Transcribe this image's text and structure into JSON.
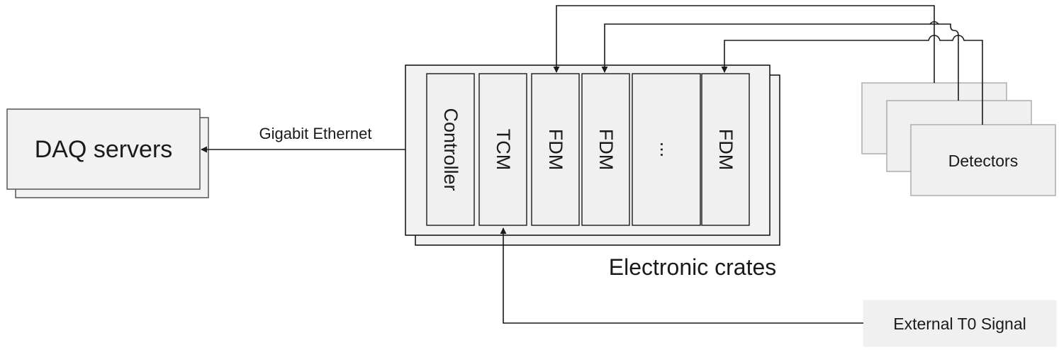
{
  "daq": {
    "label": "DAQ servers"
  },
  "link": {
    "label": "Gigabit Ethernet"
  },
  "crate": {
    "caption": "Electronic crates",
    "modules": [
      {
        "label": "Controller"
      },
      {
        "label": "TCM"
      },
      {
        "label": "FDM"
      },
      {
        "label": "FDM"
      },
      {
        "label": "..."
      },
      {
        "label": "FDM"
      }
    ]
  },
  "detectors": {
    "label": "Detectors"
  },
  "t0": {
    "label": "External T0 Signal"
  },
  "colors": {
    "line": "#1a1a1a",
    "box_fill": "#f0f0f0",
    "box_stroke": "#9a9a9a"
  }
}
